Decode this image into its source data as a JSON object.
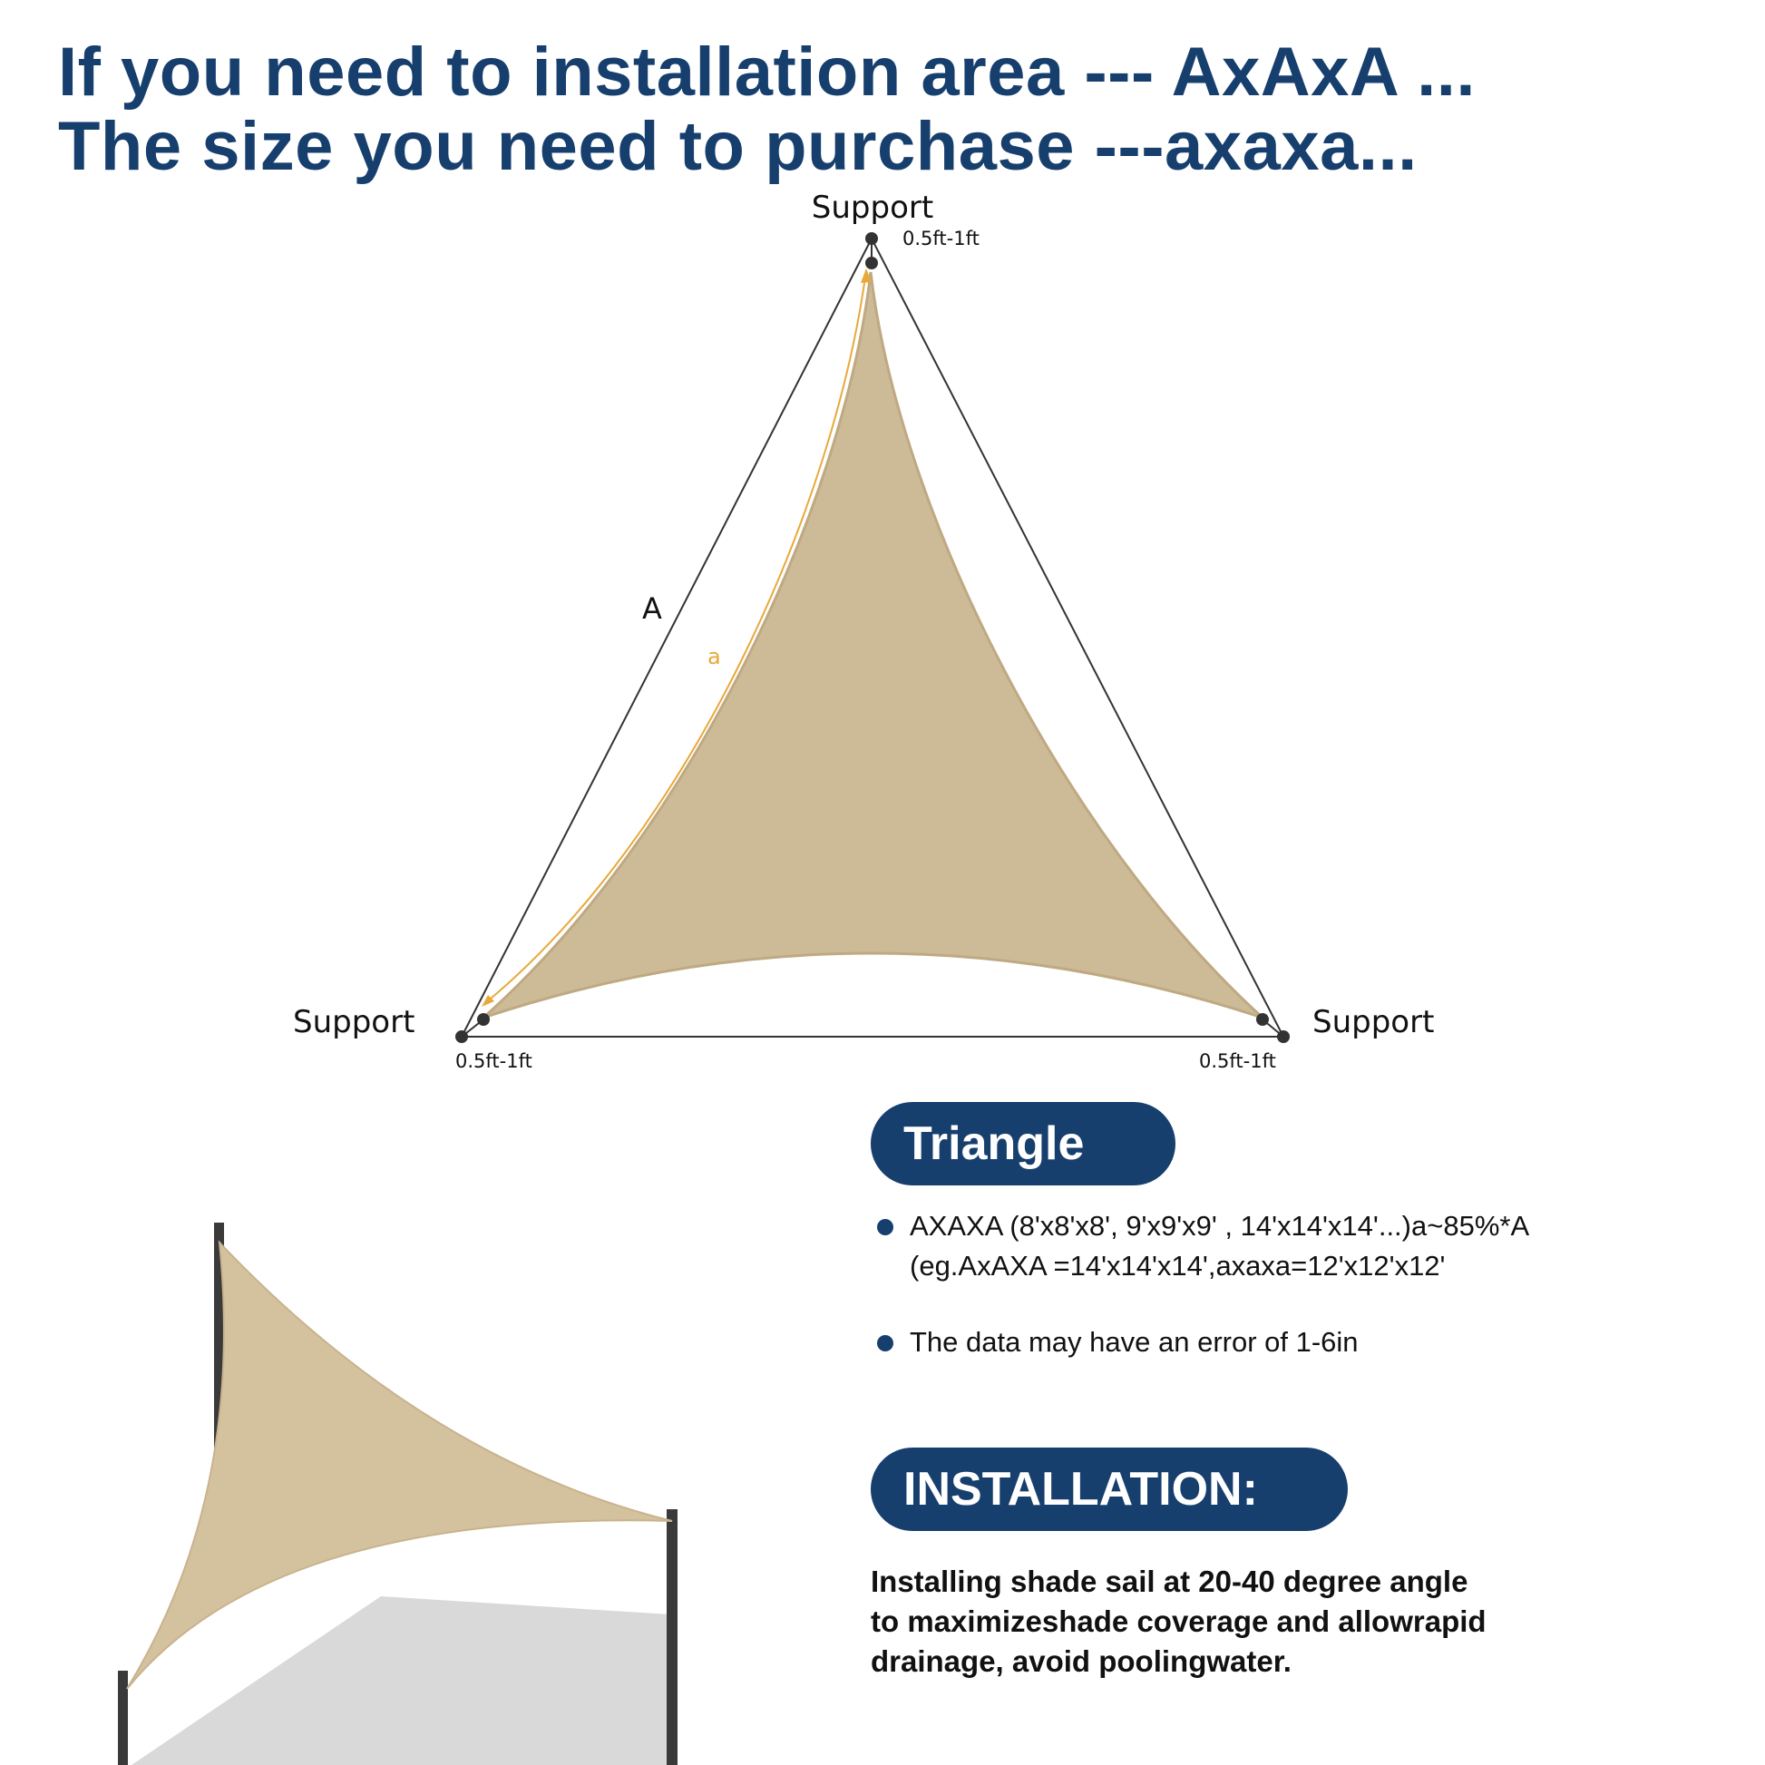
{
  "headline": {
    "line1": "If you need to installation area --- AxAxA ...",
    "line2": "The size you need to purchase ---axaxa..."
  },
  "diagram": {
    "support_top": "Support",
    "support_left": "Support",
    "support_right": "Support",
    "gap_top": "0.5ft-1ft",
    "gap_left": "0.5ft-1ft",
    "gap_right": "0.5ft-1ft",
    "side_label": "A",
    "sail_side_label": "a",
    "colors": {
      "sail": "#cdbb97",
      "sail_shadow": "#d9d9d9",
      "line": "#333333",
      "dimension": "#e8a93a",
      "post": "#3a3a3a"
    }
  },
  "triangle_section": {
    "pill": "Triangle",
    "bullet1_line1": "AXAXA (8'x8'x8', 9'x9'x9' , 14'x14'x14'...)a~85%*A",
    "bullet1_line2": "(eg.AxAXA =14'x14'x14',axaxa=12'x12'x12'",
    "bullet2": "The data may have an error of 1-6in"
  },
  "installation_section": {
    "pill": "INSTALLATION:",
    "line1": "Installing shade sail at 20-40 degree angle",
    "line2": "to maximizeshade coverage and allowrapid",
    "line3": "drainage, avoid poolingwater."
  },
  "brand_color": "#173f6e"
}
